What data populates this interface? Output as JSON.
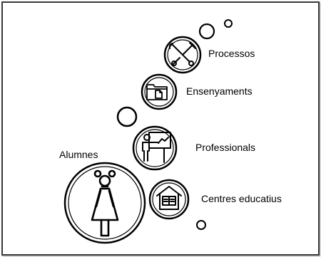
{
  "nodes": {
    "processos": {
      "label": "Processos",
      "icon": "tools-icon"
    },
    "ensenyaments": {
      "label": "Ensenyaments",
      "icon": "folder-document-icon"
    },
    "professionals": {
      "label": "Professionals",
      "icon": "teacher-board-icon"
    },
    "alumnes": {
      "label": "Alumnes",
      "icon": "student-girl-icon"
    },
    "centres": {
      "label": "Centres educatius",
      "icon": "school-building-icon"
    }
  },
  "colors": {
    "stroke": "#000000",
    "background": "#ffffff",
    "border": "#3a3a3a"
  }
}
